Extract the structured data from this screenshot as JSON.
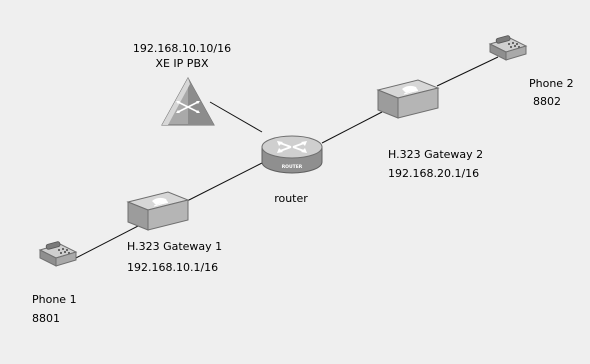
{
  "nodes": {
    "pbx": {
      "ip": "192.168.10.10/16",
      "name": "XE IP PBX",
      "icon": "pbx-server-icon"
    },
    "router": {
      "name": "router",
      "badge": "ROUTER",
      "icon": "router-icon"
    },
    "gateway1": {
      "name": "H.323 Gateway 1",
      "ip": "192.168.10.1/16",
      "icon": "voice-gateway-icon"
    },
    "gateway2": {
      "name": "H.323 Gateway 2",
      "ip": "192.168.20.1/16",
      "icon": "voice-gateway-icon"
    },
    "phone1": {
      "name": "Phone 1",
      "ext": "8801",
      "icon": "ip-phone-icon"
    },
    "phone2": {
      "name": "Phone 2",
      "ext": "8802",
      "icon": "ip-phone-icon"
    }
  },
  "colors": {
    "background": "#efefef",
    "device_light": "#d7d7d7",
    "device_mid": "#a9a9a9",
    "device_dark": "#6f6f6f",
    "link": "#111111"
  }
}
